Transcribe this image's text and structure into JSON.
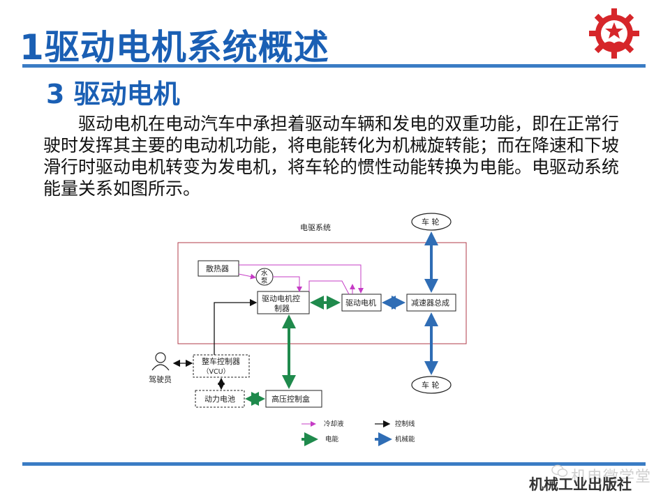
{
  "slide": {
    "title": "1驱动电机系统概述",
    "section": "3 驱动电机",
    "body": "驱动电机在电动汽车中承担着驱动车辆和发电的双重功能，即在正常行驶时发挥其主要的电动机功能，将电能转化为机械旋转能；而在降速和下坡滑行时驱动电机转变为发电机，将车轮的惯性动能转换为电能。电驱动系统能量关系如图所示。"
  },
  "diagram": {
    "system_label": "电驱系统",
    "nodes": {
      "radiator": "散热器",
      "pump_line1": "水",
      "pump_line2": "泵",
      "motor_controller_line1": "驱动电机控",
      "motor_controller_line2": "制器",
      "drive_motor": "驱动电机",
      "reducer": "减速器总成",
      "wheel_top": "车 轮",
      "wheel_bottom": "车 轮",
      "driver": "驾驶员",
      "vcu_line1": "整车控制器",
      "vcu_line2": "（VCU）",
      "battery": "动力电池",
      "hv_box": "高压控制盒"
    },
    "legend": {
      "coolant": "冷却液",
      "control": "控制线",
      "electric": "电能",
      "mechanical": "机械能"
    },
    "colors": {
      "coolant": "#c53cc5",
      "control": "#111111",
      "electric": "#1f8a4c",
      "mechanical": "#2f6db5",
      "system_border": "#b03b4a"
    }
  },
  "footer": {
    "watermark": "机电微学堂",
    "publisher": "机械工业出版社"
  },
  "logo": {
    "icon": "gear-star-book-logo"
  }
}
